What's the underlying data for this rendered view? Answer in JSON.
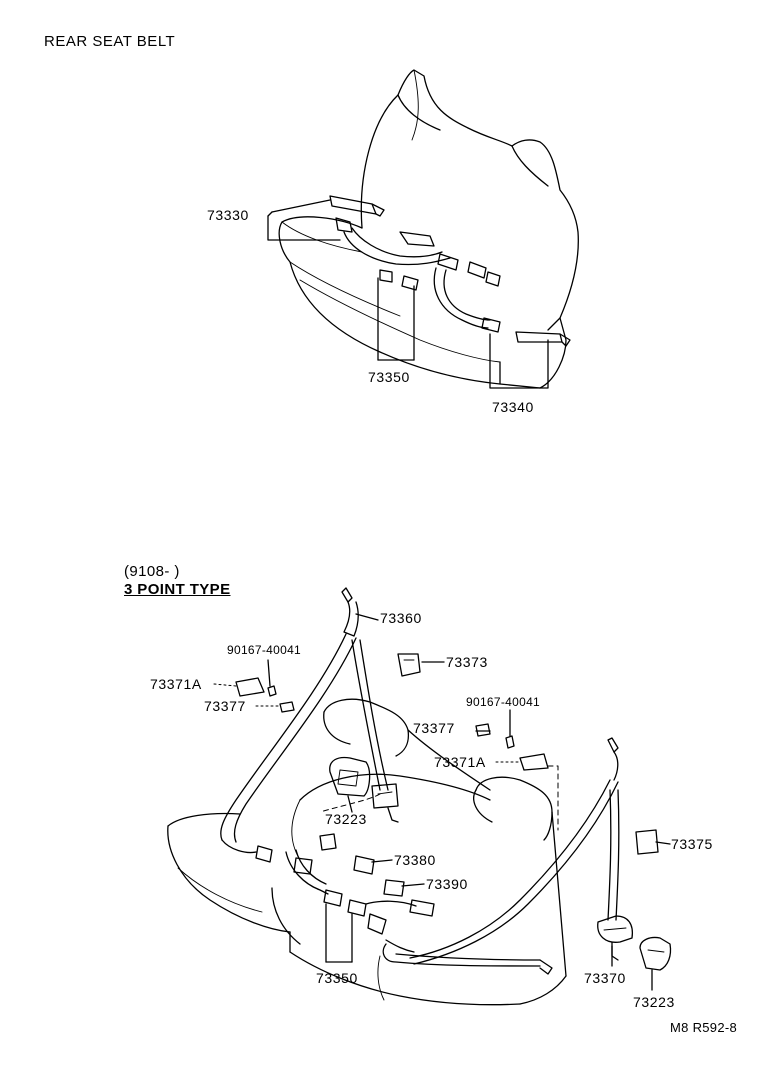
{
  "header": {
    "title": "REAR SEAT BELT"
  },
  "section2": {
    "date_range": "(9108-          )",
    "type_label": "3 POINT TYPE"
  },
  "top_parts": {
    "p73330": "73330",
    "p73350": "73350",
    "p73340": "73340"
  },
  "bottom_parts": {
    "p73360": "73360",
    "p90167a": "90167-40041",
    "p73373": "73373",
    "p73371a_left": "73371A",
    "p73377_left": "73377",
    "p90167b": "90167-40041",
    "p73377_right": "73377",
    "p73371a_right": "73371A",
    "p73223_left": "73223",
    "p73375": "73375",
    "p73380": "73380",
    "p73390": "73390",
    "p73350": "73350",
    "p73370": "73370",
    "p73223_right": "73223"
  },
  "footer": {
    "ref_code": "M8 R592-8"
  }
}
